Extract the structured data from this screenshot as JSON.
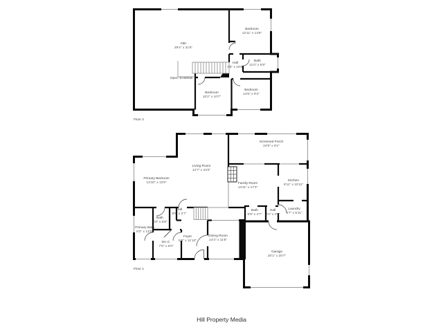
{
  "page": {
    "background": "#ffffff",
    "wall_color": "#0a0a0a",
    "thin_line_color": "#999999",
    "text_color": "#3d3d3d"
  },
  "footer": {
    "credit": "Hill Property Media"
  },
  "floors": [
    {
      "label": "Floor 2",
      "rooms": [
        {
          "name": "Attic",
          "dims": "29'4\" x 31'6\""
        },
        {
          "name": "Bedroom",
          "dims": "12'11\" x 13'8\""
        },
        {
          "name": "Hall",
          "dims": "4'5\" x 10'6\""
        },
        {
          "name": "Bath",
          "dims": "11'0\" x 5'9\""
        },
        {
          "name": "Open To Below",
          "dims": ""
        },
        {
          "name": "Bedroom",
          "dims": "10'2\" x 10'7\""
        },
        {
          "name": "Bedroom",
          "dims": "12'6\" x 9'2\""
        }
      ]
    },
    {
      "label": "Floor 1",
      "rooms": [
        {
          "name": "Screened Porch",
          "dims": "24'9\" x 9'1\""
        },
        {
          "name": "Living Room",
          "dims": "14'7\" x 23'2\""
        },
        {
          "name": "Primary Bedroom",
          "dims": "13'10\" x 13'9\""
        },
        {
          "name": "Family Room",
          "dims": "14'11\" x 17'3\""
        },
        {
          "name": "Kitchen",
          "dims": "9'11\" x 10'11\""
        },
        {
          "name": "Hall",
          "dims": "8'6\" x 2'7\""
        },
        {
          "name": "Bath",
          "dims": "4'9\" x 8'8\""
        },
        {
          "name": "Primary Bath",
          "dims": "8'2\" x 13'5\""
        },
        {
          "name": "W.I.C.",
          "dims": "7'5\" x 9'0\""
        },
        {
          "name": "Foyer",
          "dims": "5'5\" x 11'10\""
        },
        {
          "name": "Dining Room",
          "dims": "14'4\" x 11'6\""
        },
        {
          "name": "Bath",
          "dims": "5'9\" x 4'7\""
        },
        {
          "name": "Hall",
          "dims": "3'2\" x 4'5\""
        },
        {
          "name": "Laundry",
          "dims": "9'7\" x 5'11\""
        },
        {
          "name": "Garage",
          "dims": "20'1\" x 20'7\""
        }
      ]
    }
  ]
}
